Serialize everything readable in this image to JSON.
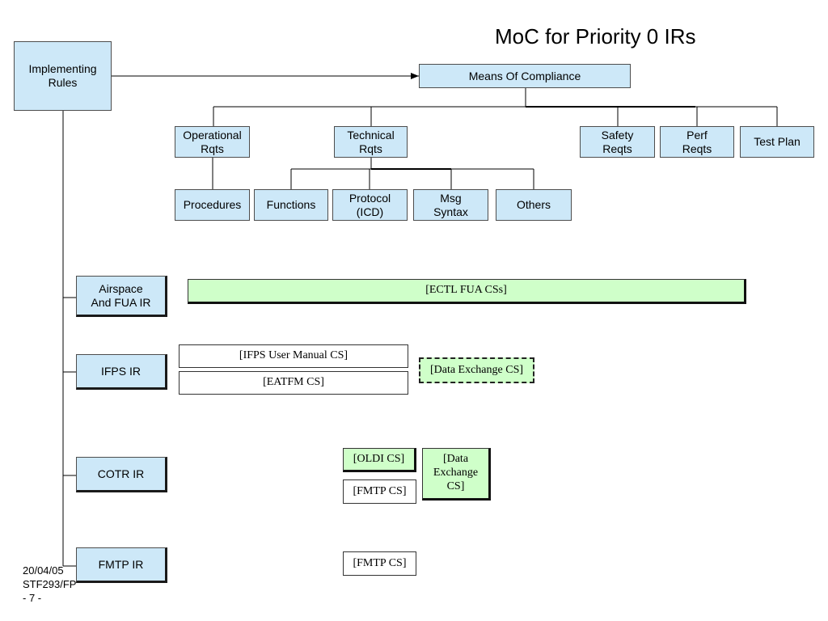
{
  "title": "MoC for Priority 0 IRs",
  "root": {
    "label": "Implementing\nRules"
  },
  "moc": {
    "label": "Means Of Compliance"
  },
  "categories": {
    "operational": "Operational\nRqts",
    "technical": "Technical\nRqts",
    "safety": "Safety\nReqts",
    "perf": "Perf\nReqts",
    "test": "Test Plan"
  },
  "subcategories": {
    "procedures": "Procedures",
    "functions": "Functions",
    "protocol": "Protocol\n(ICD)",
    "msg": "Msg\nSyntax",
    "others": "Others"
  },
  "irs": {
    "airspace": "Airspace\nAnd FUA IR",
    "ifps": "IFPS IR",
    "cotr": "COTR IR",
    "fmtp": "FMTP IR"
  },
  "cs": {
    "ectl_fua": "[ECTL FUA CSs]",
    "ifps_user": "[IFPS User Manual CS]",
    "eatfm": "[EATFM CS]",
    "data_exchange": "[Data Exchange CS]",
    "oldi": "[OLDI CS]",
    "data_exchange_cotr": "[Data\nExchange\nCS]",
    "fmtp_cotr": "[FMTP CS]",
    "fmtp": "[FMTP CS]"
  },
  "footer": "20/04/05\nSTF293/FP\n- 7 -"
}
